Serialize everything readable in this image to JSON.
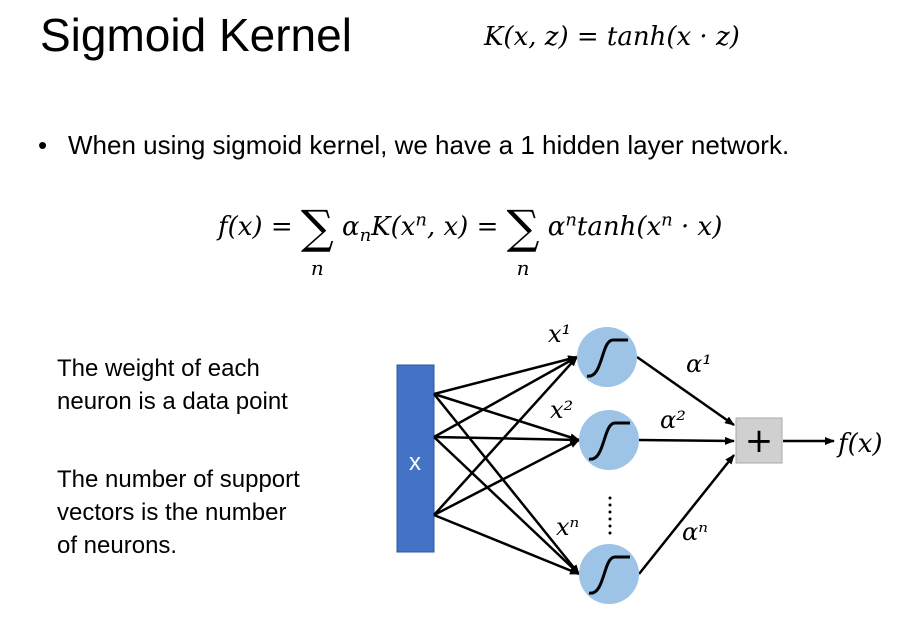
{
  "slide": {
    "title": "Sigmoid Kernel",
    "kernel_equation": "K(x, z) = tanh(x · z)",
    "bullet": "When using sigmoid kernel, we have a 1 hidden layer network.",
    "sum_equation": {
      "lhs": "f(x) = ",
      "term1": "α",
      "term1_sub": "n",
      "term1_rest": "K(x",
      "term1_sup": "n",
      "term1_end": ", x) = ",
      "term2": "α",
      "term2_sup": "n",
      "term2_rest": "tanh(x",
      "term2_sup2": "n",
      "term2_end": " · x)",
      "sum_symbol": "∑",
      "sum_index": "n"
    },
    "note1": [
      "The weight of each",
      "neuron is a data point"
    ],
    "note2": [
      "The number of support",
      "vectors is the number",
      "of neurons."
    ]
  },
  "diagram": {
    "input_label": "x",
    "neuron_labels": [
      "x¹",
      "x²",
      "xⁿ"
    ],
    "weight_labels": [
      "α¹",
      "α²",
      "αⁿ"
    ],
    "sum_node": "+",
    "output_label": "f(x)",
    "colors": {
      "input": "#4472C4",
      "neuron": "#9DC3E6",
      "sum_box": "#D0D0D0"
    }
  }
}
